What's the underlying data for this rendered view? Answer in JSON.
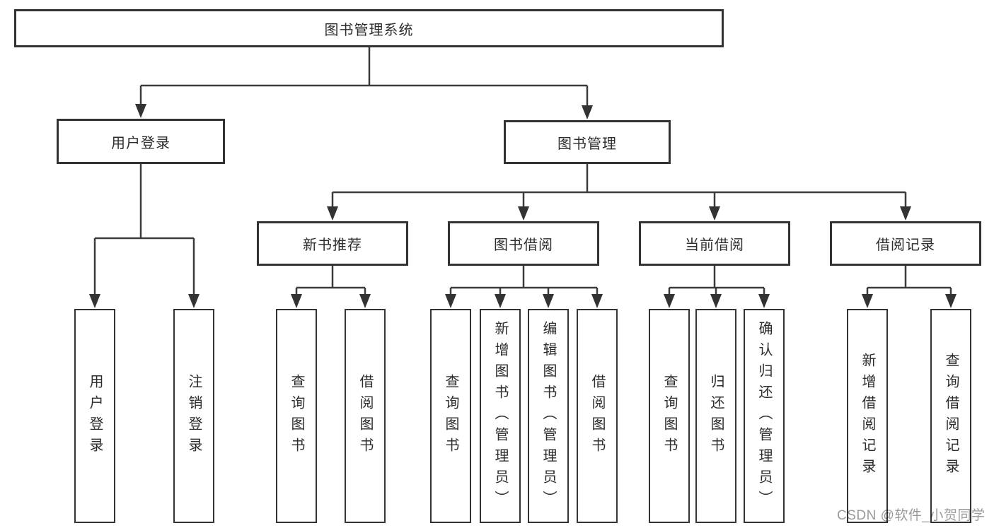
{
  "tree": {
    "label": "图书管理系统",
    "children": [
      {
        "label": "用户登录",
        "children": [
          {
            "label": "用户登录"
          },
          {
            "label": "注销登录"
          }
        ]
      },
      {
        "label": "图书管理",
        "children": [
          {
            "label": "新书推荐",
            "children": [
              {
                "label": "查询图书"
              },
              {
                "label": "借阅图书"
              }
            ]
          },
          {
            "label": "图书借阅",
            "children": [
              {
                "label": "查询图书"
              },
              {
                "label": "新增图书（管理员）"
              },
              {
                "label": "编辑图书（管理员）"
              },
              {
                "label": "借阅图书"
              }
            ]
          },
          {
            "label": "当前借阅",
            "children": [
              {
                "label": "查询图书"
              },
              {
                "label": "归还图书"
              },
              {
                "label": "确认归还（管理员）"
              }
            ]
          },
          {
            "label": "借阅记录",
            "children": [
              {
                "label": "新增借阅记录"
              },
              {
                "label": "查询借阅记录"
              }
            ]
          }
        ]
      }
    ]
  },
  "watermark": "CSDN @软件_小贺同学",
  "colors": {
    "box_border": "#333333",
    "connector_line": "#3b3b3b",
    "text": "#2d2d2d",
    "watermark_text": "#9a9a9a",
    "background": "#ffffff"
  }
}
